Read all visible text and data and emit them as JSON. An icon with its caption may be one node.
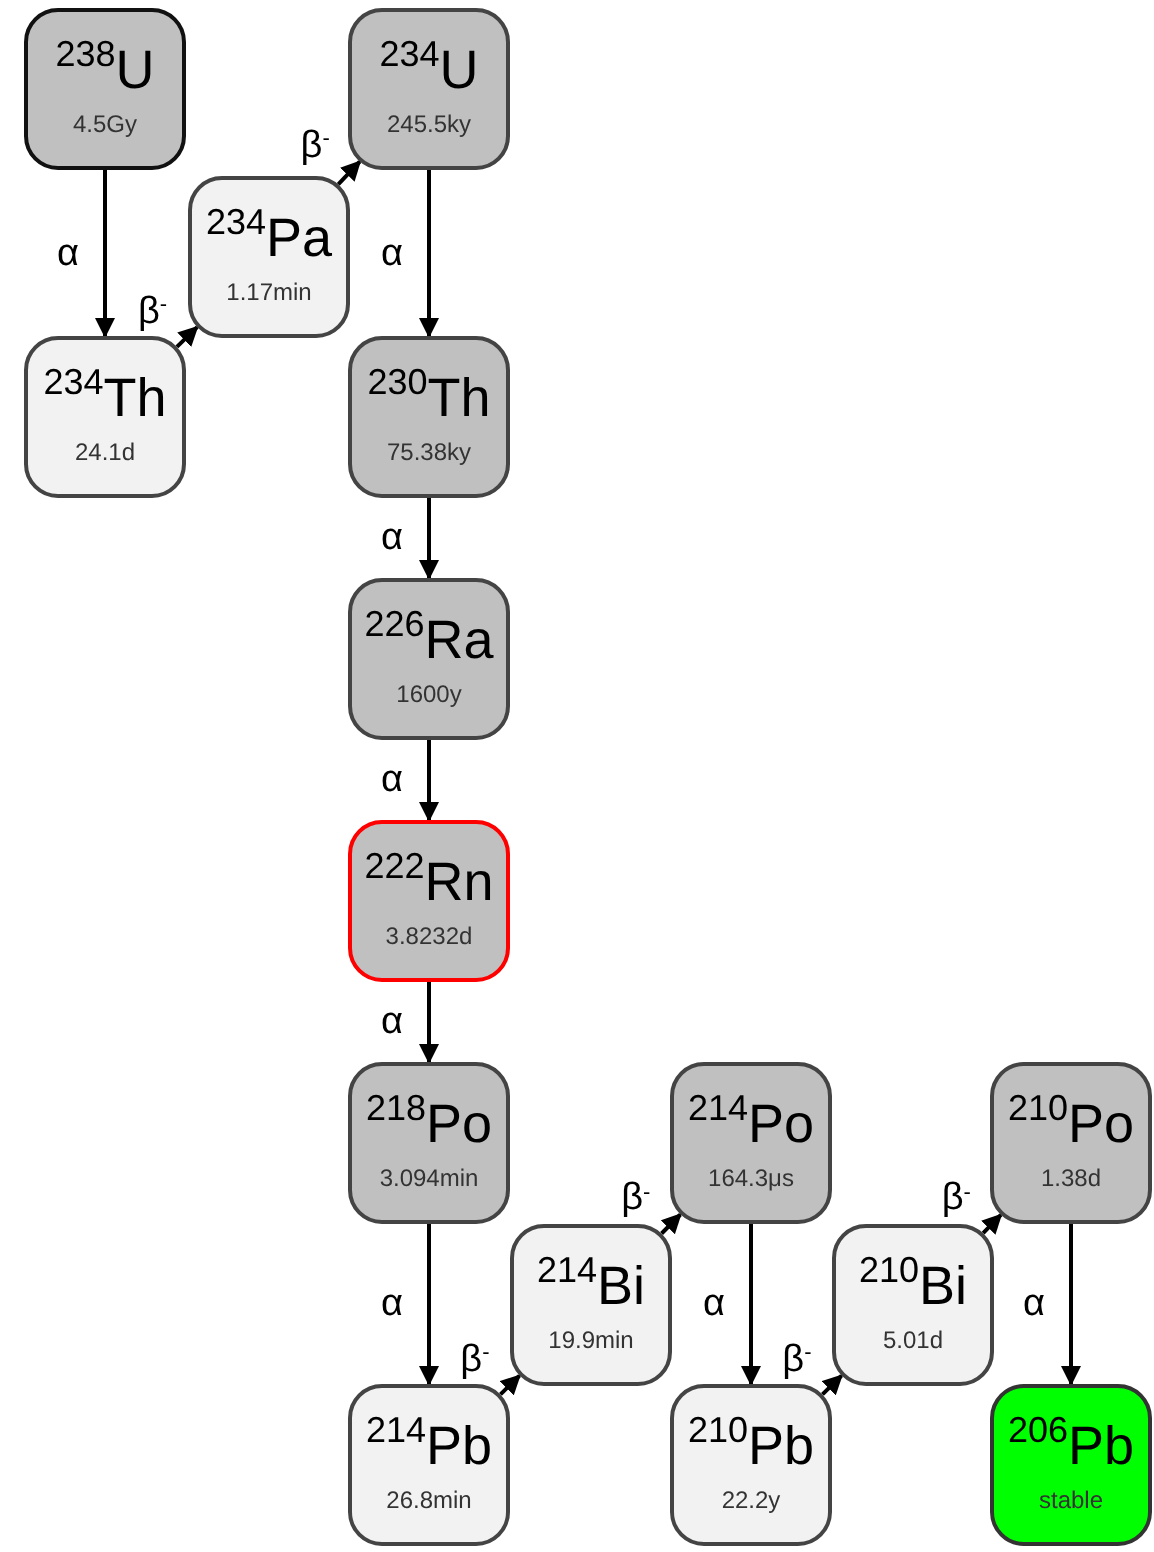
{
  "diagram": {
    "nodes": [
      {
        "text": [
          "$^{238}$U",
          "4.5Gy"
        ]
      },
      {
        "text": [
          "$^{234}$U",
          "245.5ky"
        ]
      },
      {
        "text": [
          "$^{234}$Pa",
          "1.17min"
        ]
      },
      {
        "text": [
          "$^{234}$Th",
          "24.1d"
        ]
      },
      {
        "text": [
          "$^{230}$Th",
          "75.38ky"
        ]
      },
      {
        "text": [
          "$^{226}$Ra",
          "1600y"
        ]
      },
      {
        "text": [
          "$^{222}$Rn",
          "3.8232d"
        ]
      },
      {
        "text": [
          "$^{218}$Po",
          "3.094min"
        ]
      },
      {
        "text": [
          "$^{214}$Po",
          "164.3μs"
        ]
      },
      {
        "text": [
          "$^{210}$Po",
          "1.38d"
        ]
      },
      {
        "text": [
          "$^{214}$Bi",
          "19.9min"
        ]
      },
      {
        "text": [
          "$^{210}$Bi",
          "5.01d"
        ]
      },
      {
        "text": [
          "$^{214}$Pb",
          "26.8min"
        ]
      },
      {
        "text": [
          "$^{210}$Pb",
          "22.2y"
        ]
      },
      {
        "text": [
          "$^{206}$Pb",
          "stable"
        ]
      }
    ],
    "edges": [
      {
        "from": 0,
        "to": 3,
        "arrow": "to",
        "label": "α"
      },
      {
        "from": 3,
        "to": 2,
        "arrow": "to",
        "label": "β$^{-}$"
      },
      {
        "from": 2,
        "to": 1,
        "arrow": "to",
        "label": "β$^{-}$"
      },
      {
        "from": 1,
        "to": 4,
        "arrow": "to",
        "label": "α"
      },
      {
        "from": 4,
        "to": 5,
        "arrow": "to",
        "label": "α"
      },
      {
        "from": 5,
        "to": 6,
        "arrow": "to",
        "label": "α"
      },
      {
        "from": 6,
        "to": 7,
        "arrow": "to",
        "label": "α"
      },
      {
        "from": 7,
        "to": 12,
        "arrow": "to",
        "label": "α"
      },
      {
        "from": 12,
        "to": 10,
        "arrow": "to",
        "label": "β$^{-}$"
      },
      {
        "from": 10,
        "to": 8,
        "arrow": "to",
        "label": "β$^{-}$"
      },
      {
        "from": 8,
        "to": 13,
        "arrow": "to",
        "label": "α"
      },
      {
        "from": 13,
        "to": 11,
        "arrow": "to",
        "label": "β$^{-}$"
      },
      {
        "from": 11,
        "to": 9,
        "arrow": "to",
        "label": "β$^{-}$"
      },
      {
        "from": 9,
        "to": 14,
        "arrow": "to",
        "label": "α"
      }
    ]
  }
}
